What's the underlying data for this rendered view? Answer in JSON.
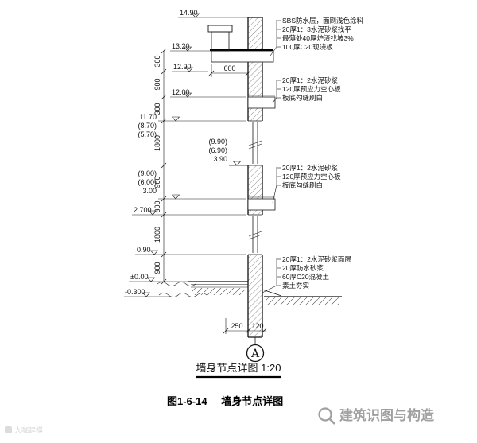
{
  "title_block": {
    "caption": "墙身节点详图  1:20",
    "figure_label": "图1-6-14",
    "figure_title": "墙身节点详图"
  },
  "levels": {
    "parapet_top": "14.90",
    "roof_structural": "13.20",
    "eave_bottom": "12.90",
    "top_floor": "12.00",
    "window_head": [
      "11.70",
      "(8.70)",
      "(5.70)"
    ],
    "window_sill": [
      "(9.90)",
      "(6.90)",
      "3.90"
    ],
    "mid_floors": [
      "(9.00)",
      "(6.00)",
      "3.00"
    ],
    "gf_window_head": "2.700",
    "gf_window_sill": "0.90",
    "gf_floor": "±0.00",
    "outdoor_ground": "-0.300"
  },
  "dimensions": {
    "vertical": [
      "300",
      "900",
      "300",
      "1800",
      "900",
      "300",
      "1800",
      "900"
    ],
    "roof_overhang": "600",
    "footing": [
      "250",
      "120"
    ]
  },
  "annotations": {
    "roof": [
      "SBS防水层，面刷浅色涂料",
      "20厚1：3水泥砂浆找平",
      "最薄处40厚炉渣找坡3%",
      "100厚C20现浇板"
    ],
    "upper_floor": [
      "20厚1：2水泥砂浆",
      "120厚预应力空心板",
      "板底勾缝刷白"
    ],
    "lower_floor": [
      "20厚1：2水泥砂浆",
      "120厚预应力空心板",
      "板底勾缝刷白"
    ],
    "ground_floor": [
      "20厚1：2水泥砂浆面层",
      "20厚防水砂浆",
      "60厚C20混凝土",
      "素土夯实"
    ]
  },
  "section_mark": "A",
  "watermarks": {
    "brand": "建筑识图与构造",
    "logo": "大咖建模"
  }
}
